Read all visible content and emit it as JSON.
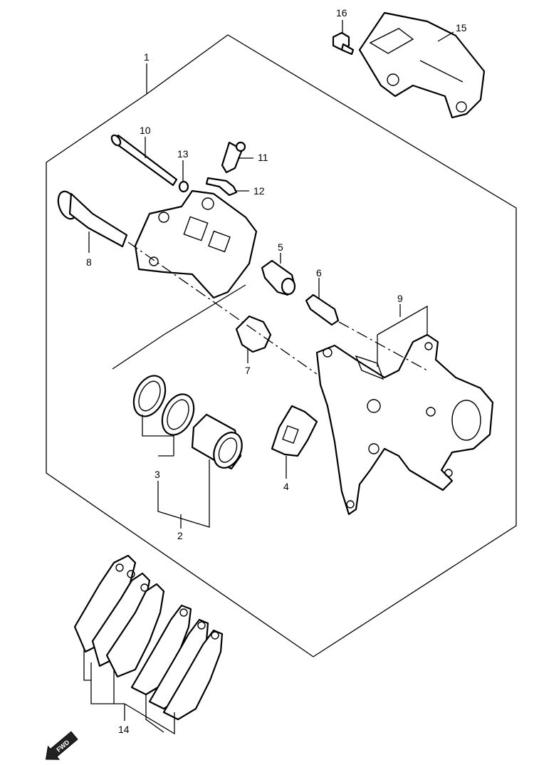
{
  "diagram": {
    "callouts": {
      "p1": "1",
      "p2": "2",
      "p3": "3",
      "p4": "4",
      "p5": "5",
      "p6": "6",
      "p7": "7",
      "p8": "8",
      "p9": "9",
      "p10": "10",
      "p11": "11",
      "p12": "12",
      "p13": "13",
      "p14": "14",
      "p15": "15",
      "p16": "16"
    },
    "direction_badge": "FWD"
  }
}
